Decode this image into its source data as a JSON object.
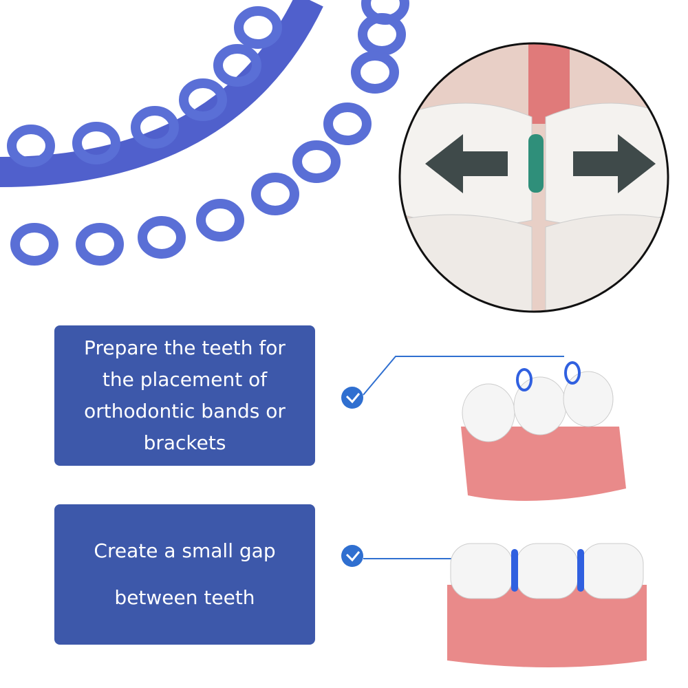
{
  "colors": {
    "box_blue": "#3d58aa",
    "ring_blue": "#5a6fd6",
    "check_blue": "#2f6fd0",
    "gum_pink": "#e98a8a"
  },
  "features": [
    {
      "lines": [
        "Prepare the teeth for",
        "the placement of",
        "orthodontic bands or",
        "brackets"
      ],
      "icon": "check-circle-icon"
    },
    {
      "lines": [
        "Create a small gap",
        "between teeth"
      ],
      "icon": "check-circle-icon"
    }
  ]
}
